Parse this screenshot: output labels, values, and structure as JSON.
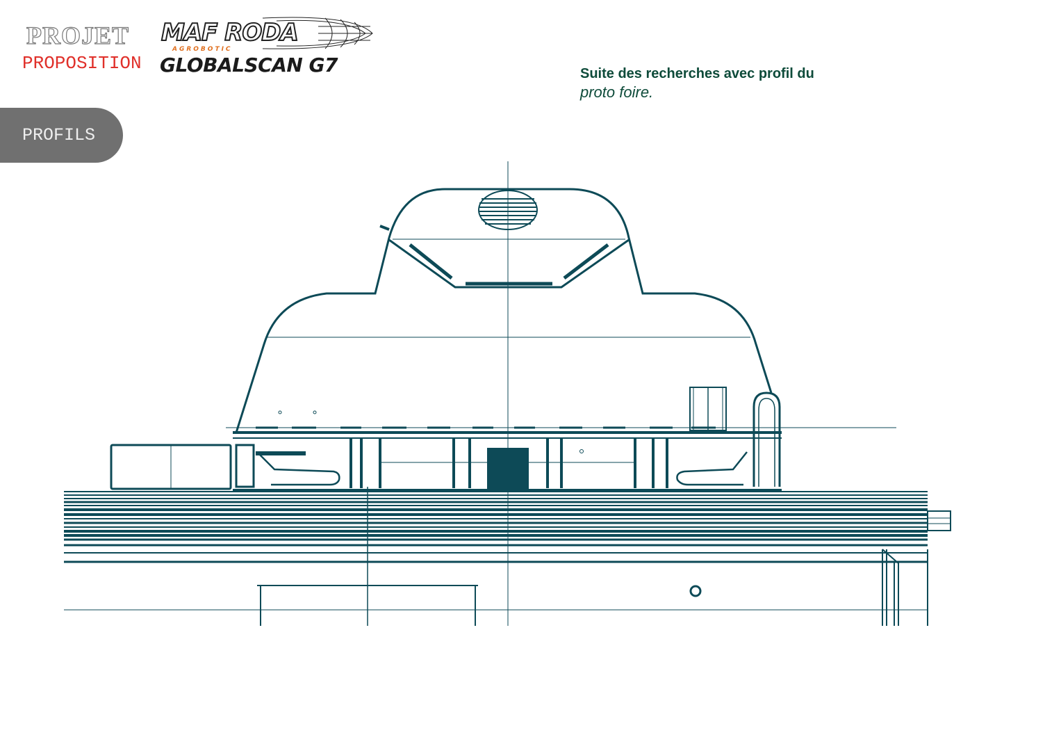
{
  "header": {
    "projet": "PROJET",
    "proposition": "PROPOSITION"
  },
  "logo": {
    "brand": "MAF RODA",
    "sub": "AGROBOTIC",
    "product": "GLOBALSCAN G7"
  },
  "description": {
    "line1": "Suite des recherches avec profil du",
    "line2": "proto foire."
  },
  "section_tab": {
    "label": "PROFILS"
  },
  "colors": {
    "drawing": "#0d4a57",
    "accent_red": "#e0302a",
    "tab_bg": "#707070",
    "text_green": "#0e4b3a"
  }
}
